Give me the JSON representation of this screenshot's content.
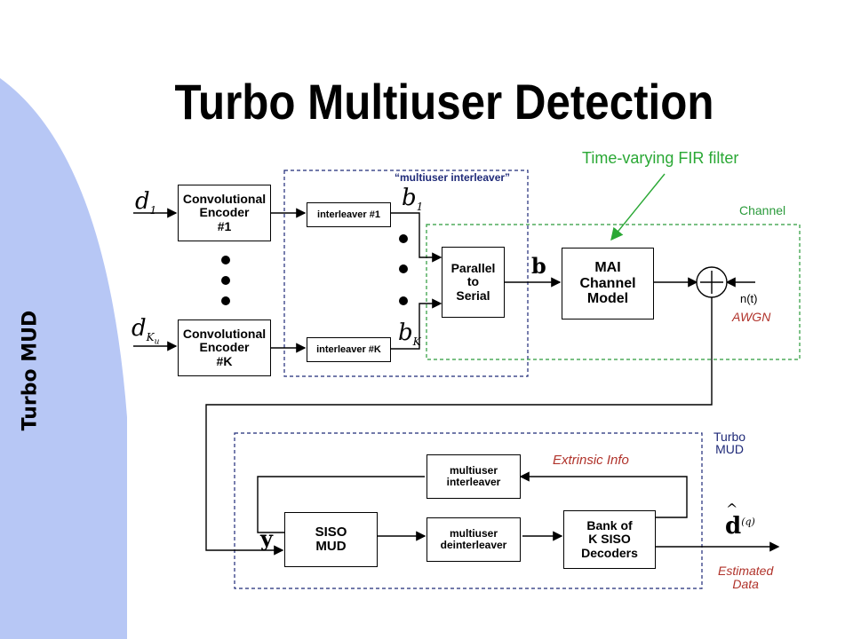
{
  "side_label": "Turbo MUD",
  "title": "Turbo Multiuser Detection",
  "annotation": "Time-varying FIR filter",
  "encoder_1": [
    "Convolutional",
    "Encoder",
    "#1"
  ],
  "encoder_k": [
    "Convolutional",
    "Encoder",
    "#K"
  ],
  "input_1": "d",
  "input_1_sub": "1",
  "input_k": "d",
  "input_k_sub": "K",
  "input_k_subsub": "u",
  "interleaver_1": "interleaver #1",
  "interleaver_k": "interleaver #K",
  "multiuser_interleaver_label": "“multiuser interleaver”",
  "b1": "b",
  "b1_sub": "1",
  "bk": "b",
  "bk_sub": "K",
  "parallel_to_serial": [
    "Parallel",
    "to",
    "Serial"
  ],
  "b_vector": "b",
  "mai_model": [
    "MAI",
    "Channel",
    "Model"
  ],
  "channel_label": "Channel",
  "noise_label": "n(t)",
  "awgn_label": "AWGN",
  "turbo_mud_label": [
    "Turbo",
    "MUD"
  ],
  "siso_mud": [
    "SISO",
    "MUD"
  ],
  "y_vector": "y",
  "mu_interleaver": [
    "multiuser",
    "interleaver"
  ],
  "mu_deinterleaver": [
    "multiuser",
    "deinterleaver"
  ],
  "decoders": [
    "Bank of",
    "K SISO",
    "Decoders"
  ],
  "extrinsic_label": "Extrinsic Info",
  "estimate_symbol": "d",
  "estimate_superscript": "(q)",
  "estimated_data_label": [
    "Estimated",
    "Data"
  ],
  "colors": {
    "side_band": "#b7c7f5",
    "accent_green": "#2a9a3a",
    "annotation_green": "#2aa835",
    "dashed_blue": "#1f2a78",
    "text_red": "#b0322a"
  }
}
